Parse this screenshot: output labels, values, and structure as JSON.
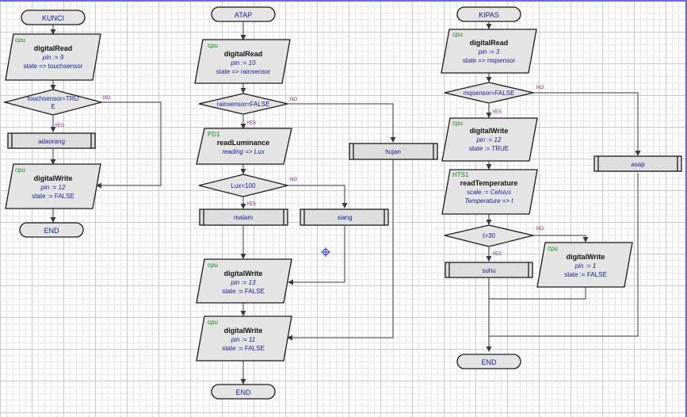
{
  "flows": [
    {
      "name": "KUNCI",
      "start": "KUNCI",
      "read": {
        "module": "cpu",
        "title": "digitalRead",
        "line1": "pin := 9",
        "line2": "state => touchsensor"
      },
      "decision": {
        "line1": "touchsensor=TRU",
        "line2": "E",
        "yes": "YES",
        "no": "NO"
      },
      "sub": "adaorang",
      "write": {
        "module": "cpu",
        "title": "digitalWrite",
        "line1": "pin := 12",
        "line2": "state := FALSE"
      },
      "end": "END"
    },
    {
      "name": "ATAP",
      "start": "ATAP",
      "read": {
        "module": "cpu",
        "title": "digitalRead",
        "line1": "pin := 10",
        "line2": "state => rainsensor"
      },
      "decision": {
        "text": "rainsensor=FALSE",
        "yes": "YES",
        "no": "NO"
      },
      "lum": {
        "module": "PD1",
        "title": "readLuminance",
        "line1": "reading => Lux"
      },
      "decision2": {
        "text": "Lux<100",
        "yes": "YES",
        "no": "NO"
      },
      "sub_left": "malam",
      "sub_mid": "siang",
      "sub_right": "hujan",
      "write1": {
        "module": "cpu",
        "title": "digitalWrite",
        "line1": "pin := 13",
        "line2": "state := FALSE"
      },
      "write2": {
        "module": "cpu",
        "title": "digitalWrite",
        "line1": "pin := 11",
        "line2": "state := FALSE"
      },
      "end": "END"
    },
    {
      "name": "KIPAS",
      "start": "KIPAS",
      "read": {
        "module": "cpu",
        "title": "digitalRead",
        "line1": "pin := 3",
        "line2": "state => mqsensor"
      },
      "decision": {
        "text": "mqsensor=FALSE",
        "yes": "YES",
        "no": "NO"
      },
      "write1": {
        "module": "cpu",
        "title": "digitalWrite",
        "line1": "pin := 12",
        "line2": "state := TRUE"
      },
      "temp": {
        "module": "HTS1",
        "title": "readTemperature",
        "line1": "scale := Celsius",
        "line2": "Temperature => t"
      },
      "decision2": {
        "text": "t>30",
        "yes": "YES",
        "no": "NO"
      },
      "sub_left": "suhu",
      "sub_right": "asap",
      "write2": {
        "module": "cpu",
        "title": "digitalWrite",
        "line1": "pin := 1",
        "line2": "state := FALSE"
      },
      "end": "END"
    }
  ],
  "colors": {
    "shape_fill": "#e4e4e4",
    "shape_stroke": "#1a1a1a",
    "line": "#3a3a3a",
    "module_text": "#1a8a1a",
    "value_text": "#1a1a90",
    "label_text": "#7a1a7a",
    "frame": "#6a6ad0"
  },
  "icons": {
    "cursor": "crosshair-target-icon"
  }
}
